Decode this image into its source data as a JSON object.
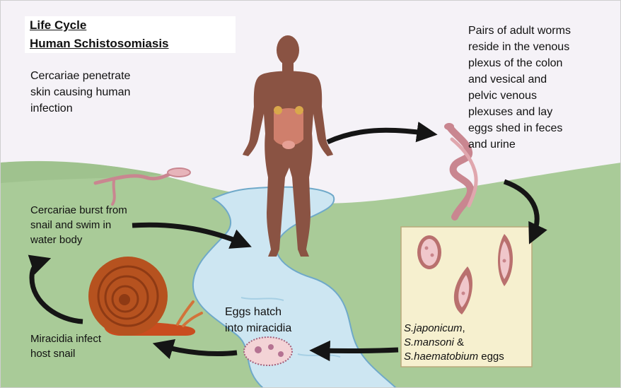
{
  "title": {
    "line1": "Life Cycle",
    "line2": "Human Schistosomiasis"
  },
  "steps": {
    "penetrate": {
      "line1": "Cercariae penetrate",
      "line2": "skin causing human",
      "line3": "infection"
    },
    "adult_worms": {
      "line1": "Pairs of adult worms",
      "line2": "reside in the venous",
      "line3": "plexus of the colon",
      "line4": "and vesical and",
      "line5": "pelvic venous",
      "line6": "plexuses and lay",
      "line7": "eggs shed in feces",
      "line8": "and urine"
    },
    "burst": {
      "line1": "Cercariae burst from",
      "line2": "snail and swim in",
      "line3": "water body"
    },
    "hatch": {
      "line1": "Eggs hatch",
      "line2": "into miracidia"
    },
    "infect": {
      "line1": "Miracidia infect",
      "line2": "host snail"
    }
  },
  "eggs_caption": {
    "species1": "S.japonicum",
    "comma1": ",",
    "species2": "S.mansoni",
    "amp": " &",
    "species3": "S.haematobium",
    "suffix": " eggs"
  },
  "colors": {
    "sky": "#f5f2f7",
    "grass": "#a9cb98",
    "water": "#cde6f2",
    "water_edge": "#6fa9c9",
    "body": "#8a5343",
    "worm": "#c98690",
    "egg_box": "#f6f0cf",
    "snail_shell": "#b6521f",
    "arrow": "#151515"
  },
  "icons": [
    "human-body-icon",
    "cercaria-icon",
    "adult-worm-icon",
    "egg-icon",
    "snail-icon",
    "miracidium-icon",
    "curved-arrow-icon"
  ]
}
